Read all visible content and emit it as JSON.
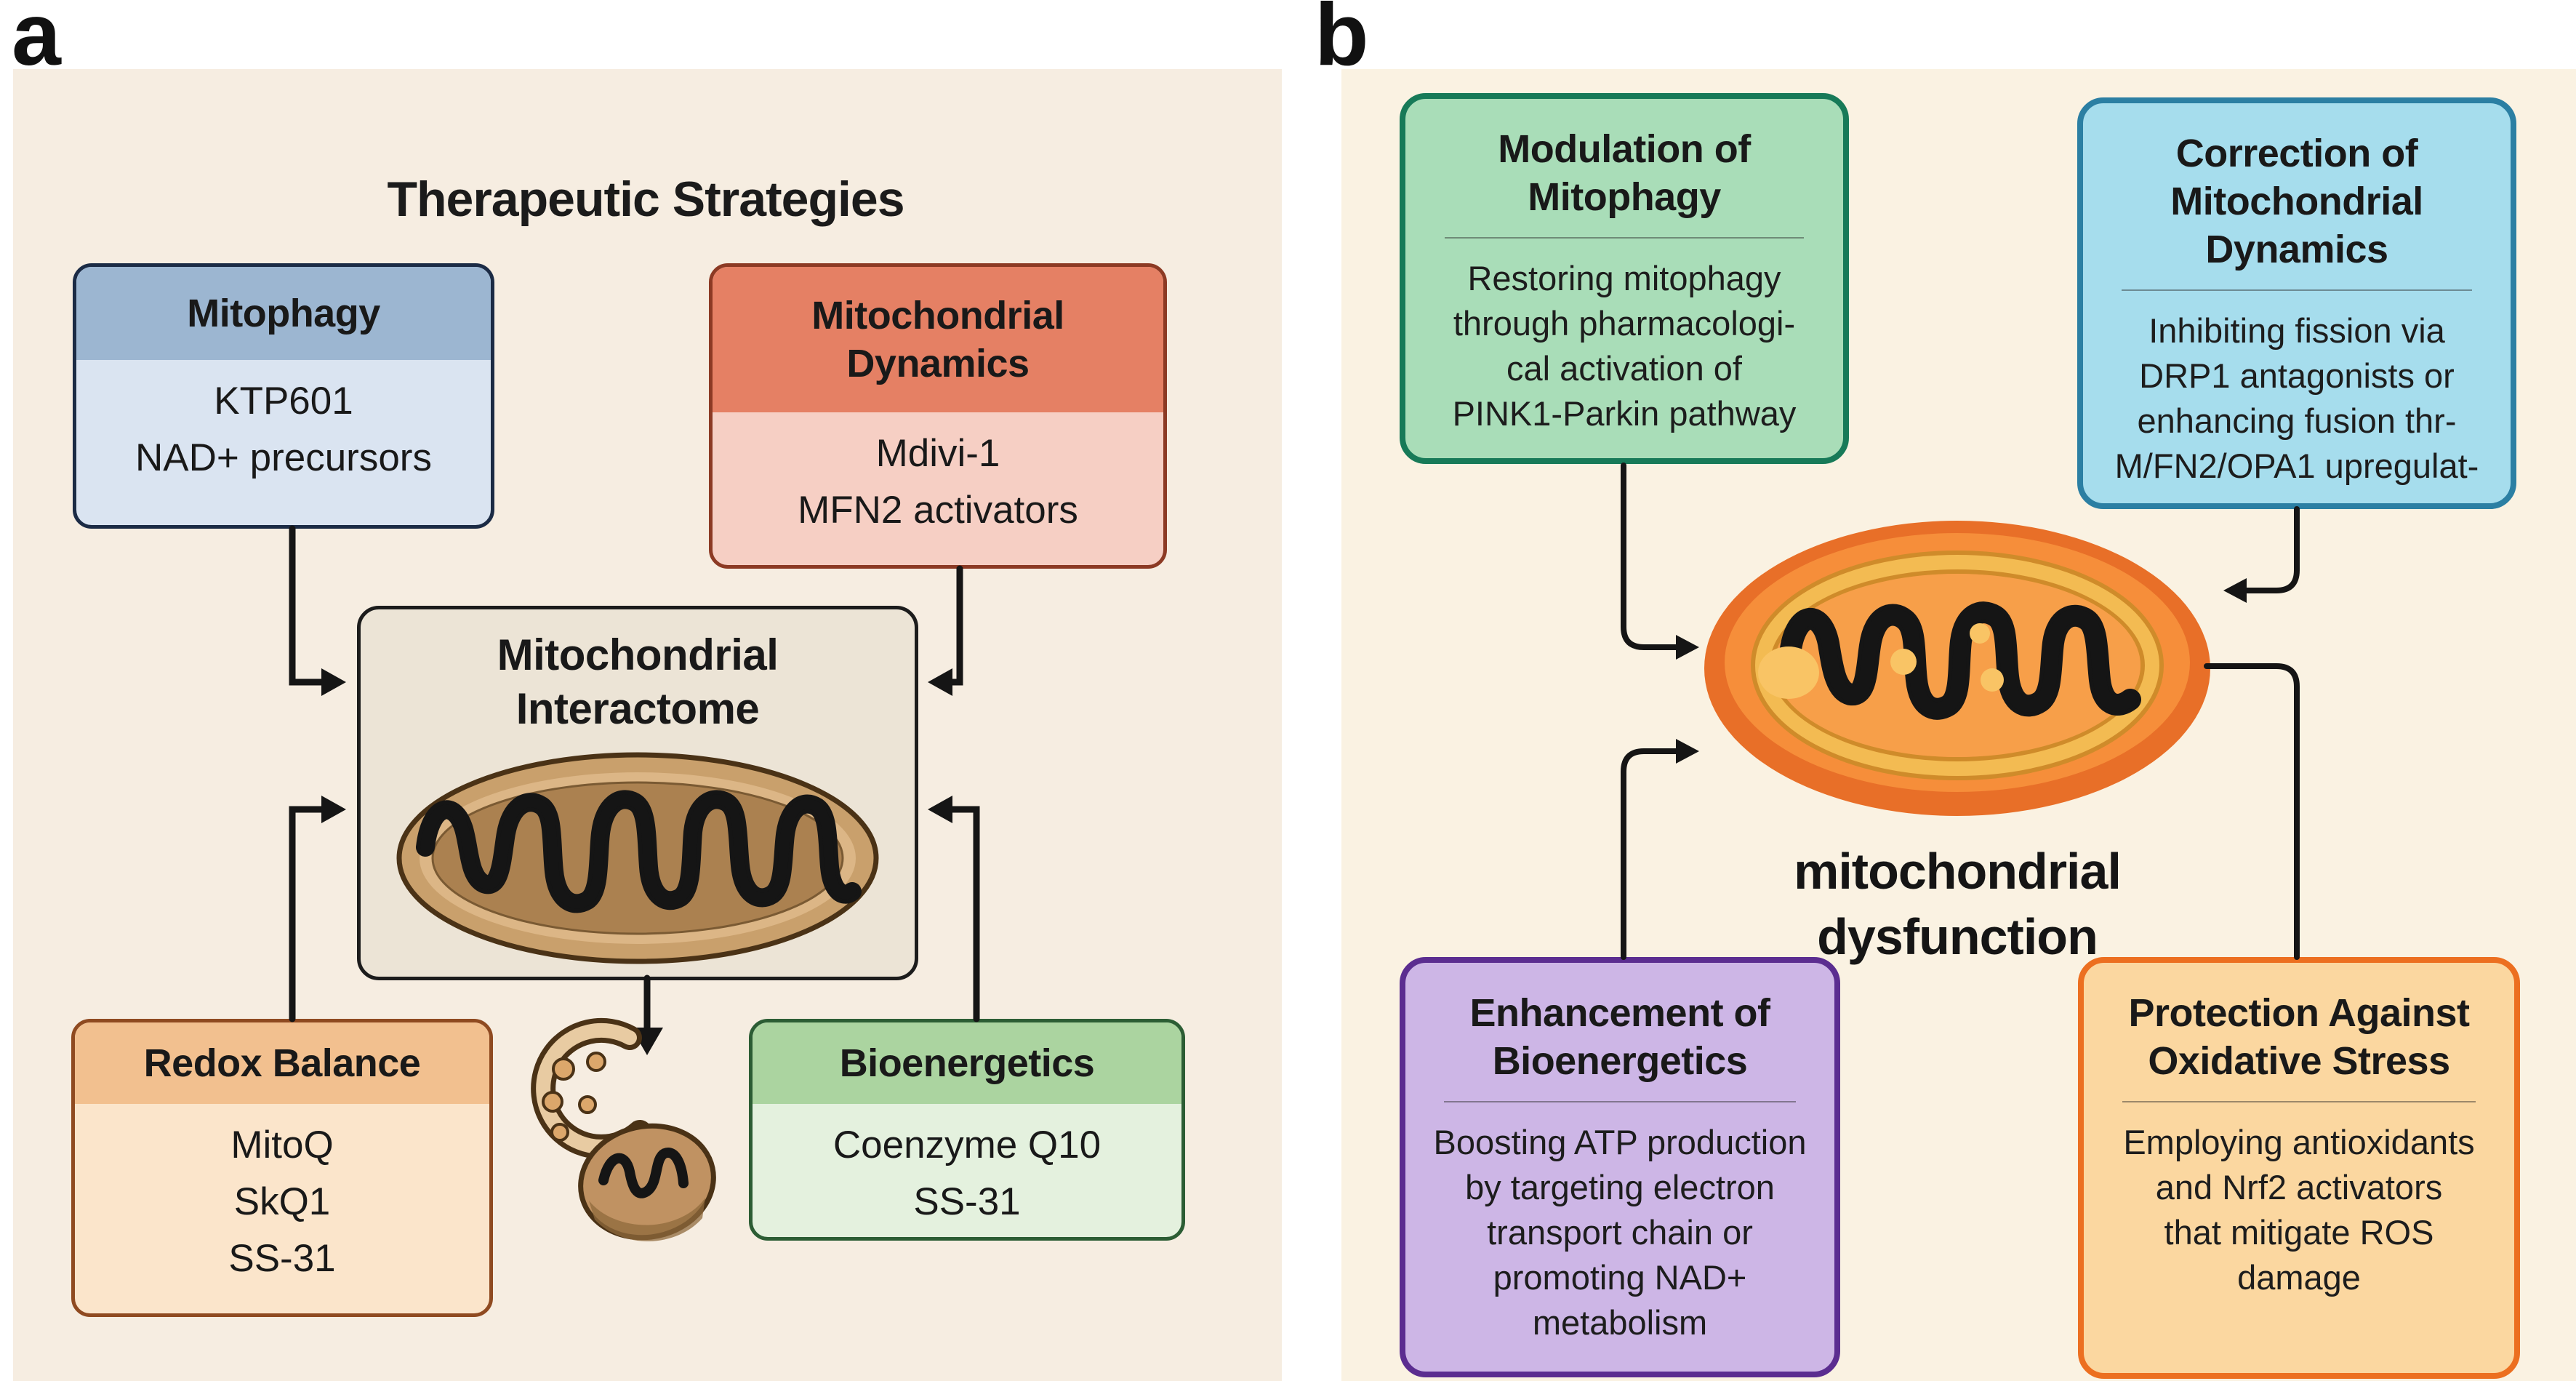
{
  "figure": {
    "panel_a_label": "a",
    "panel_b_label": "b",
    "colors": {
      "panel_a_bg": "#f6ede1",
      "panel_b_bg": "#faf2e2",
      "mitophagy_header": "#9cb6d1",
      "mitophagy_body": "#dae4f1",
      "dynamics_header": "#e58064",
      "dynamics_body": "#f6cfc4",
      "interactome_bg": "#ece4d6",
      "redox_header": "#f2c08f",
      "redox_body": "#fbe5cb",
      "bioenergetics_header": "#abd4a0",
      "bioenergetics_body": "#e4f1de",
      "modulation_bg": "#a9ddb8",
      "modulation_border": "#177a58",
      "correction_bg": "#a6dded",
      "correction_border": "#2b7fa3",
      "enhancement_bg": "#cdb6e6",
      "enhancement_border": "#5b2d90",
      "protection_bg": "#fbd7a0",
      "protection_border": "#ec6f20",
      "arrow": "#151515",
      "mitochondrion_a_main": "#c9a06c",
      "mitochondrion_b_main": "#f68e3a"
    },
    "panel_a": {
      "title": "Therapeutic Strategies",
      "boxes": {
        "mitophagy": {
          "title": "Mitophagy",
          "items": [
            "KTP601",
            "NAD+ precursors"
          ]
        },
        "dynamics": {
          "title_lines": [
            "Mitochondrial",
            "Dynamics"
          ],
          "items": [
            "Mdivi-1",
            "MFN2 activators"
          ]
        },
        "interactome": {
          "title_lines": [
            "Mitochondrial",
            "Interactome"
          ]
        },
        "redox": {
          "title": "Redox Balance",
          "items": [
            "MitoQ",
            "SkQ1",
            "SS-31"
          ]
        },
        "bioenergetics": {
          "title": "Bioenergetics",
          "items": [
            "Coenzyme Q10",
            "SS-31"
          ]
        }
      }
    },
    "panel_b": {
      "dysfunction_lines": [
        "mitochondrial",
        "dysfunction"
      ],
      "boxes": {
        "modulation": {
          "title_lines": [
            "Modulation of",
            "Mitophagy"
          ],
          "body_lines": [
            "Restoring mitophagy",
            "through pharmacologi-",
            "cal activation of",
            "PINK1-Parkin pathway"
          ]
        },
        "correction": {
          "title_lines": [
            "Correction of",
            "Mitochondrial",
            "Dynamics"
          ],
          "body_lines": [
            "Inhibiting fission via",
            "DRP1 antagonists or",
            "enhancing fusion thr-",
            "M/FN2/OPA1 upregulat-"
          ]
        },
        "enhancement": {
          "title_lines": [
            "Enhancement of",
            "Bioenergetics"
          ],
          "body_lines": [
            "Boosting ATP production",
            "by targeting electron",
            "transport chain or",
            "promoting NAD+",
            "metabolism"
          ]
        },
        "protection": {
          "title_lines": [
            "Protection Against",
            "Oxidative Stress"
          ],
          "body_lines": [
            "Employing antioxidants",
            "and Nrf2 activators",
            "that mitigate ROS",
            "damage"
          ]
        }
      }
    }
  }
}
